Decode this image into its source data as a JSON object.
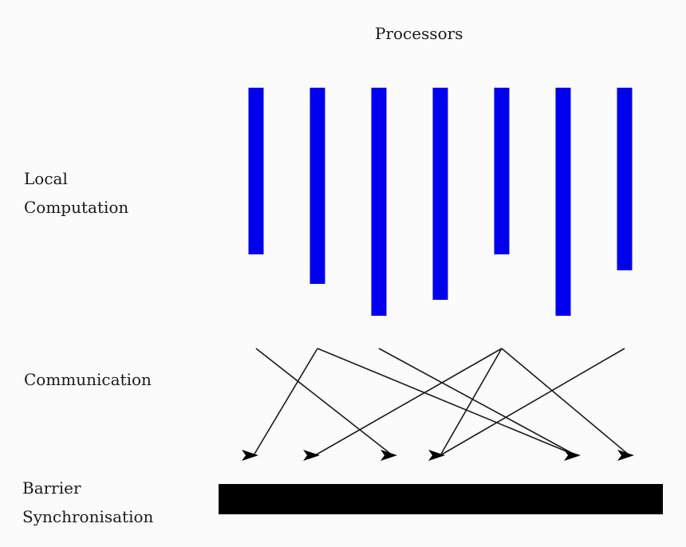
{
  "title": "Processors",
  "phases": {
    "local_computation": "Local\nComputation",
    "communication": "Communication",
    "barrier_synchronisation": "Barrier\nSynchronisation"
  },
  "colors": {
    "processor_bar": "#0000ee",
    "message_line": "#1a1a1a",
    "barrier": "#000000",
    "background": "#fbfbfb"
  },
  "processors": [
    {
      "id": "P1",
      "relative_duration": 0.73
    },
    {
      "id": "P2",
      "relative_duration": 0.86
    },
    {
      "id": "P3",
      "relative_duration": 1.0
    },
    {
      "id": "P4",
      "relative_duration": 0.93
    },
    {
      "id": "P5",
      "relative_duration": 0.73
    },
    {
      "id": "P6",
      "relative_duration": 1.0
    },
    {
      "id": "P7",
      "relative_duration": 0.8
    }
  ],
  "messages": [
    {
      "from": "P1",
      "to": "P3"
    },
    {
      "from": "P2",
      "to": "P1"
    },
    {
      "from": "P2",
      "to": "P6"
    },
    {
      "from": "P3",
      "to": "P6"
    },
    {
      "from": "P5",
      "to": "P2"
    },
    {
      "from": "P5",
      "to": "P4"
    },
    {
      "from": "P5",
      "to": "P7"
    },
    {
      "from": "P7",
      "to": "P4"
    }
  ]
}
